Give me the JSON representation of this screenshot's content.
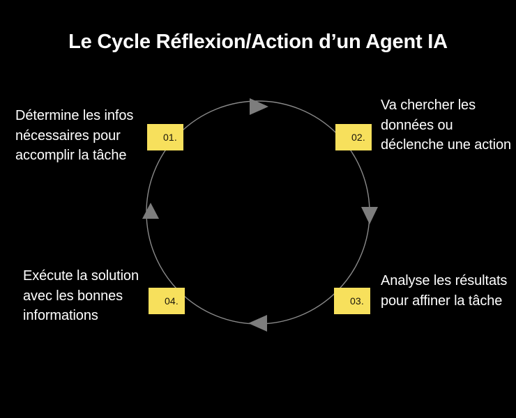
{
  "page": {
    "title": "Le Cycle Réflexion/Action d’un Agent IA",
    "background_color": "#000000",
    "accent_color": "#f7e05c",
    "text_color": "#ffffff",
    "circle_stroke_color": "#8a8a8a",
    "arrow_color": "#7d7d7d"
  },
  "cycle": {
    "direction": "clockwise",
    "steps": [
      {
        "number": "01.",
        "text": "Détermine les infos nécessaires pour accomplir la tâche",
        "position": "top-left"
      },
      {
        "number": "02.",
        "text": "Va chercher les données ou déclenche une action",
        "position": "top-right"
      },
      {
        "number": "03.",
        "text": "Analyse les résultats pour affiner la tâche",
        "position": "bottom-right"
      },
      {
        "number": "04.",
        "text": "Exécute la solution avec les bonnes informations",
        "position": "bottom-left"
      }
    ],
    "arrows": [
      {
        "name": "arrow-top",
        "points": "right"
      },
      {
        "name": "arrow-right",
        "points": "down"
      },
      {
        "name": "arrow-bottom",
        "points": "left"
      },
      {
        "name": "arrow-left",
        "points": "up"
      }
    ]
  }
}
